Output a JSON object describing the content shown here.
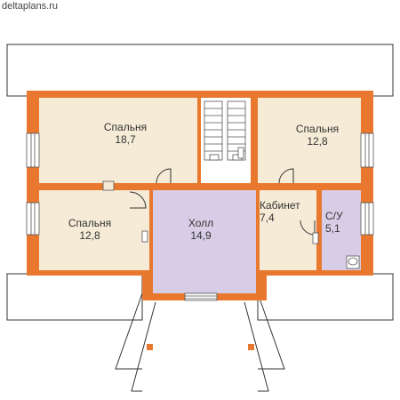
{
  "site": {
    "watermark": "deltaplans.ru"
  },
  "colors": {
    "wall": "#E8782E",
    "room_fill": "#F6EBD6",
    "hall_fill": "#D8CDE6",
    "bath_fill": "#D8CDE6",
    "roof_outline": "#333333",
    "stair_fill": "#FFFFFF"
  },
  "rooms": [
    {
      "id": "bedroom-1",
      "name": "Спальня",
      "area": "18,7"
    },
    {
      "id": "bedroom-2",
      "name": "Спальня",
      "area": "12,8"
    },
    {
      "id": "bedroom-3",
      "name": "Спальня",
      "area": "12,8"
    },
    {
      "id": "hall",
      "name": "Холл",
      "area": "14,9"
    },
    {
      "id": "study",
      "name": "Кабинет",
      "area": "7,4"
    },
    {
      "id": "bathroom",
      "name": "С/У",
      "area": "5,1"
    }
  ]
}
